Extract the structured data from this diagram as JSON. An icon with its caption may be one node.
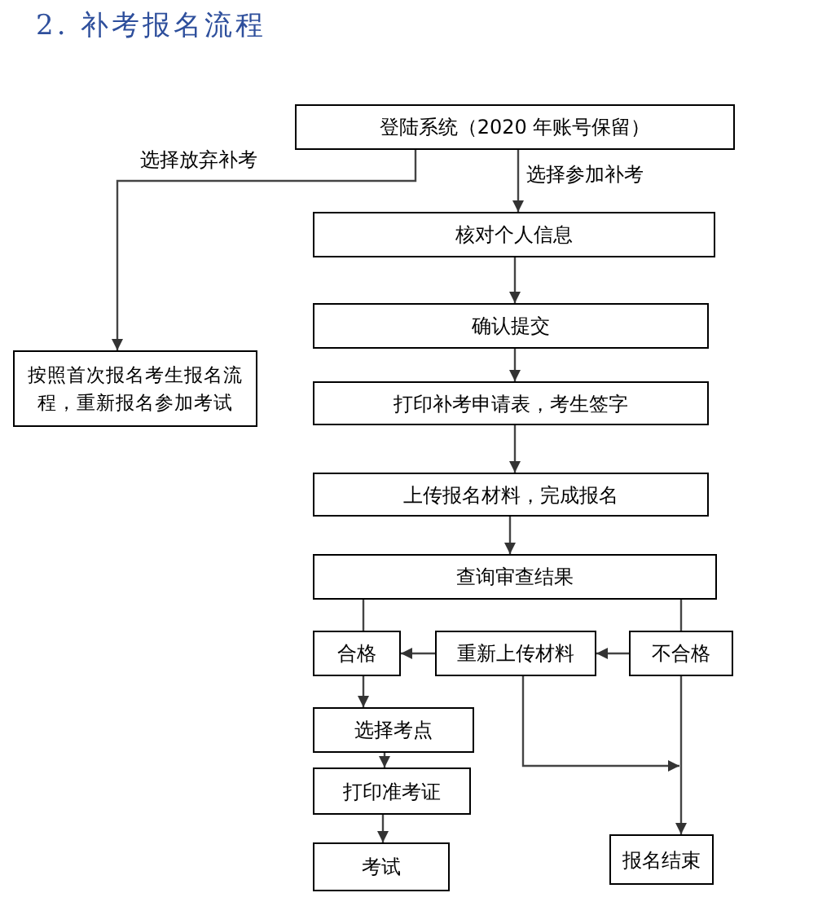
{
  "diagram": {
    "title": "2. 补考报名流程",
    "nodes": [
      {
        "text": [
          "登陆系统（2020 年账号保留）"
        ]
      },
      {
        "text": [
          "核对个人信息"
        ]
      },
      {
        "text": [
          "确认提交"
        ]
      },
      {
        "text": [
          "打印补考申请表，考生签字"
        ]
      },
      {
        "text": [
          "上传报名材料，完成报名"
        ]
      },
      {
        "text": [
          "查询审查结果"
        ]
      },
      {
        "text": [
          "合格"
        ]
      },
      {
        "text": [
          "重新上传材料"
        ]
      },
      {
        "text": [
          "不合格"
        ]
      },
      {
        "text": [
          "选择考点"
        ]
      },
      {
        "text": [
          "打印准考证"
        ]
      },
      {
        "text": [
          "考试"
        ]
      },
      {
        "text": [
          "报名结束"
        ]
      },
      {
        "text": [
          "按照首次报名考生报名流程，重新报名参加考试"
        ]
      }
    ],
    "edges": [
      {
        "from": 0,
        "to": 13,
        "arrow": "to",
        "label": "选择放弃补考"
      },
      {
        "from": 0,
        "to": 1,
        "arrow": "to",
        "label": "选择参加补考"
      },
      {
        "from": 1,
        "to": 2,
        "arrow": "to"
      },
      {
        "from": 2,
        "to": 3,
        "arrow": "to"
      },
      {
        "from": 3,
        "to": 4,
        "arrow": "to"
      },
      {
        "from": 4,
        "to": 5,
        "arrow": "to"
      },
      {
        "from": 5,
        "to": 6,
        "arrow": "none"
      },
      {
        "from": 5,
        "to": 8,
        "arrow": "none"
      },
      {
        "from": 8,
        "to": 7,
        "arrow": "to"
      },
      {
        "from": 7,
        "to": 6,
        "arrow": "to"
      },
      {
        "from": 6,
        "to": 9,
        "arrow": "to"
      },
      {
        "from": 9,
        "to": 10,
        "arrow": "to"
      },
      {
        "from": 10,
        "to": 11,
        "arrow": "to"
      },
      {
        "from": 8,
        "to": 12,
        "arrow": "to"
      },
      {
        "from": 7,
        "to": 12,
        "arrow": "to"
      }
    ]
  }
}
